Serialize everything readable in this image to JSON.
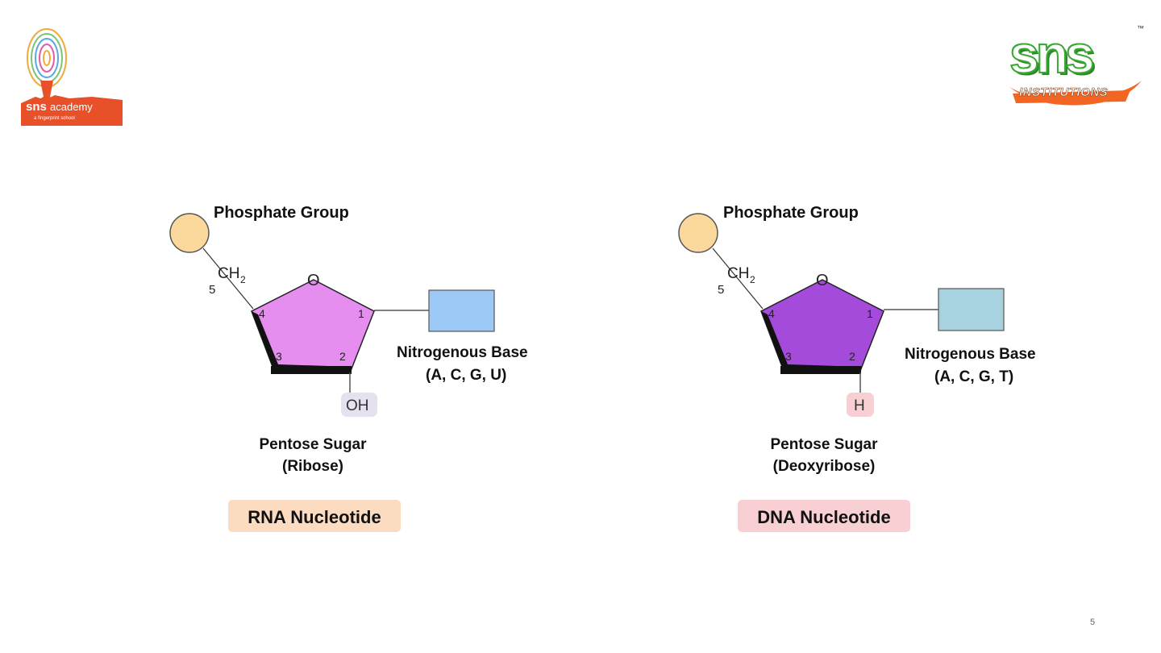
{
  "logos": {
    "left": {
      "brand": "SNS",
      "name": "academy",
      "tagline": "a fingerprint school",
      "color": "#e8502a"
    },
    "right": {
      "brand": "SNS",
      "name": "INSTITUTIONS",
      "tm": "™",
      "color": "#f26522",
      "green": "#3aaa35"
    }
  },
  "rna": {
    "phosphate_label": "Phosphate Group",
    "ch2": "CH",
    "ch2_sub": "2",
    "carbon5": "5",
    "ring_oxygen": "O",
    "c1": "1",
    "c2": "2",
    "c3": "3",
    "c4": "4",
    "base_label": "Nitrogenous Base",
    "base_list_prefix": "(A, C, G, ",
    "base_list_special": "U",
    "base_list_suffix": ")",
    "substituent": "OH",
    "sugar_label": "Pentose Sugar",
    "sugar_type": "(Ribose)",
    "title": "RNA Nucleotide",
    "colors": {
      "sugar": "#e68ef0",
      "base": "#9cc9f5",
      "phosphate": "#fbd89b",
      "title_bg": "#fbdcc0",
      "sub_bg": "#e6e1ef"
    }
  },
  "dna": {
    "phosphate_label": "Phosphate Group",
    "ch2": "CH",
    "ch2_sub": "2",
    "carbon5": "5",
    "ring_oxygen": "O",
    "c1": "1",
    "c2": "2",
    "c3": "3",
    "c4": "4",
    "base_label": "Nitrogenous Base",
    "base_list_prefix": "(A, C, G, ",
    "base_list_special": "T",
    "base_list_suffix": ")",
    "substituent": "H",
    "sugar_label": "Pentose Sugar",
    "sugar_type": "(Deoxyribose)",
    "title": "DNA Nucleotide",
    "colors": {
      "sugar": "#a54bdc",
      "base": "#a7d3e0",
      "phosphate": "#fbd89b",
      "title_bg": "#f8d0d4",
      "sub_bg": "#f8cfd3"
    }
  },
  "page_number": "5"
}
